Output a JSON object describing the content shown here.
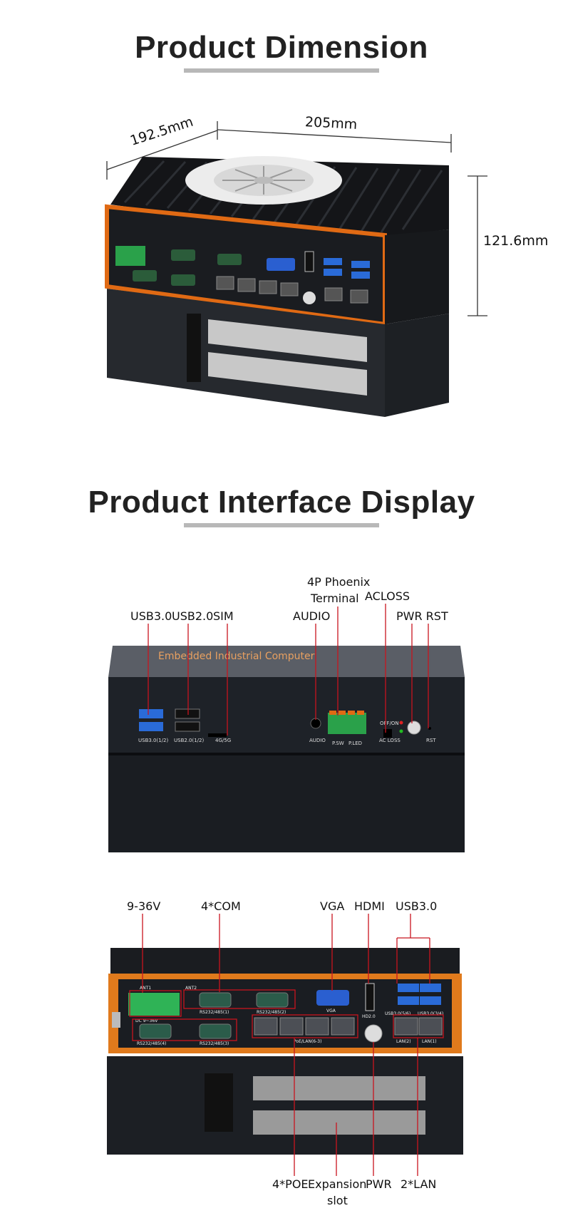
{
  "section1": {
    "title": "Product Dimension",
    "dims": {
      "depth": "192.5mm",
      "width": "205mm",
      "height": "121.6mm"
    }
  },
  "section2": {
    "title": "Product Interface Display",
    "front_labels": {
      "usb30": "USB3.0",
      "usb20": "USB2.0",
      "sim": "SIM",
      "audio": "AUDIO",
      "phoenix": "4P Phoenix",
      "terminal": "Terminal",
      "acloss": "ACLOSS",
      "pwr_rst": "PWR RST"
    },
    "front_panel_text": {
      "brand": "Embedded Industrial Computer",
      "usb30_port": "USB3.0(1/2)",
      "usb20_port": "USB2.0(1/2)",
      "sim_port": "4G/5G",
      "audio_port": "AUDIO",
      "offon": "OFF/ON",
      "acloss_port": "AC LOSS",
      "rst_port": "RST",
      "psw": "P.SW",
      "pled": "P.LED"
    },
    "rear_labels": {
      "power_in": "9-36V",
      "com": "4*COM",
      "vga": "VGA",
      "hdmi": "HDMI",
      "usb30": "USB3.0",
      "poe": "4*POE",
      "expansion": "Expansion",
      "slot": "slot",
      "pwr": "PWR",
      "lan": "2*LAN"
    },
    "rear_panel_text": {
      "ant1": "ANT1",
      "ant2": "ANT2",
      "com1": "RS232/485(1)",
      "com2": "RS232/485(2)",
      "com3": "RS232/485(3)",
      "com4": "RS232/485(4)",
      "vga_port": "VGA",
      "hdmi_port": "HD2.0",
      "usb56": "USB3.0(5/6)",
      "usb34": "USB3.0(3/4)",
      "poe_port": "PoE/LAN(6-3)",
      "lan2": "LAN(2)",
      "lan1": "LAN(1)",
      "dc": "DC 9~36V"
    }
  },
  "colors": {
    "accent": "#e06a14",
    "callout": "#c8141e",
    "body": "#1c1f24",
    "usb_blue": "#2a6bd8"
  }
}
